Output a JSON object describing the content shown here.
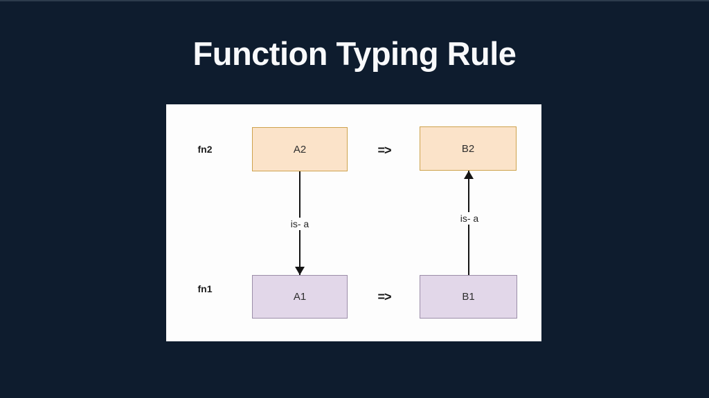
{
  "slide": {
    "title": "Function Typing Rule",
    "background_color": "#0e1c2e",
    "title_color": "#f8f9fb",
    "top_edge_color": "#2c3b4c"
  },
  "diagram": {
    "panel_color": "#fdfdfd",
    "row_labels": [
      {
        "id": "fn2",
        "label": "fn2"
      },
      {
        "id": "fn1",
        "label": "fn1"
      }
    ],
    "nodes": [
      {
        "id": "A2",
        "label": "A2",
        "fill": "#fbe3c9",
        "stroke": "#cda24c"
      },
      {
        "id": "B2",
        "label": "B2",
        "fill": "#fbe3c9",
        "stroke": "#cda24c"
      },
      {
        "id": "A1",
        "label": "A1",
        "fill": "#e2d7e9",
        "stroke": "#9b8da8"
      },
      {
        "id": "B1",
        "label": "B1",
        "fill": "#e2d7e9",
        "stroke": "#9b8da8"
      }
    ],
    "edges": [
      {
        "from": "A2",
        "to": "A1",
        "label": "is- a",
        "direction": "down"
      },
      {
        "from": "B1",
        "to": "B2",
        "label": "is- a",
        "direction": "up"
      }
    ],
    "operators": [
      {
        "row": "fn2",
        "symbol": "=>"
      },
      {
        "row": "fn1",
        "symbol": "=>"
      }
    ],
    "line_color": "#141414",
    "text_color": "#262626"
  }
}
